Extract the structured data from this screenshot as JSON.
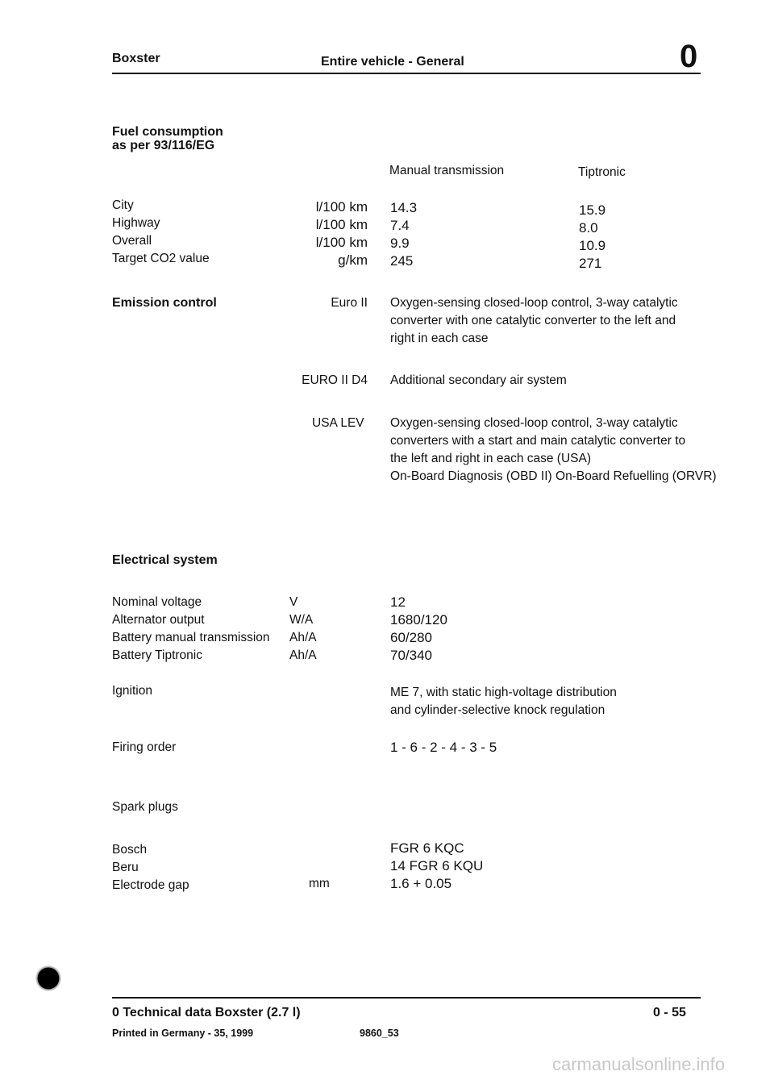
{
  "header": {
    "left": "Boxster",
    "center": "Entire vehicle - General",
    "section_number": "0"
  },
  "fuel": {
    "heading_line1": "Fuel consumption",
    "heading_line2": "as per 93/116/EG",
    "col_manual": "Manual transmission",
    "col_tiptronic": "Tiptronic",
    "rows": [
      {
        "label": "City",
        "unit": "l/100 km",
        "manual": "14.3",
        "tiptronic": "15.9"
      },
      {
        "label": "Highway",
        "unit": "l/100 km",
        "manual": "7.4",
        "tiptronic": "8.0"
      },
      {
        "label": "Overall",
        "unit": "l/100 km",
        "manual": "9.9",
        "tiptronic": "10.9"
      },
      {
        "label": "Target CO2 value",
        "unit": "g/km",
        "manual": "245",
        "tiptronic": "271"
      }
    ]
  },
  "emission": {
    "heading": "Emission control",
    "blocks": [
      {
        "std": "Euro II",
        "lines": [
          "Oxygen-sensing closed-loop control, 3-way catalytic",
          "converter with one catalytic converter to the left and",
          "right in each case"
        ]
      },
      {
        "std": "EURO II D4",
        "lines": [
          "Additional secondary air system"
        ]
      },
      {
        "std": "USA LEV",
        "lines": [
          "Oxygen-sensing closed-loop control, 3-way catalytic",
          "converters with a start and main catalytic converter to",
          "the left and right in each case (USA)",
          "On-Board Diagnosis (OBD II) On-Board Refuelling (ORVR)"
        ]
      }
    ]
  },
  "electrical": {
    "heading": "Electrical system",
    "rows": [
      {
        "label": "Nominal voltage",
        "unit": "V",
        "value": "12"
      },
      {
        "label": "Alternator output",
        "unit": "W/A",
        "value": "1680/120"
      },
      {
        "label": "Battery manual transmission",
        "unit": "Ah/A",
        "value": "60/280"
      },
      {
        "label": "Battery Tiptronic",
        "unit": "Ah/A",
        "value": "70/340"
      }
    ],
    "ignition_label": "Ignition",
    "ignition_lines": [
      "ME 7, with static high-voltage distribution",
      "and cylinder-selective knock regulation"
    ],
    "firing_label": "Firing order",
    "firing_value": "1 - 6 - 2 - 4 - 3 - 5",
    "spark_label": "Spark plugs",
    "plugs": [
      {
        "label": "Bosch",
        "unit": "",
        "value": "FGR 6 KQC"
      },
      {
        "label": "Beru",
        "unit": "",
        "value": "14 FGR 6 KQU"
      },
      {
        "label": "Electrode gap",
        "unit": "mm",
        "value": "1.6 + 0.05"
      }
    ]
  },
  "footer": {
    "title": "0  Technical data Boxster (2.7 l)",
    "page": "0 - 55",
    "printed": "Printed in Germany - 35, 1999",
    "code": "9860_53"
  },
  "watermark": "carmanualsonline.info"
}
